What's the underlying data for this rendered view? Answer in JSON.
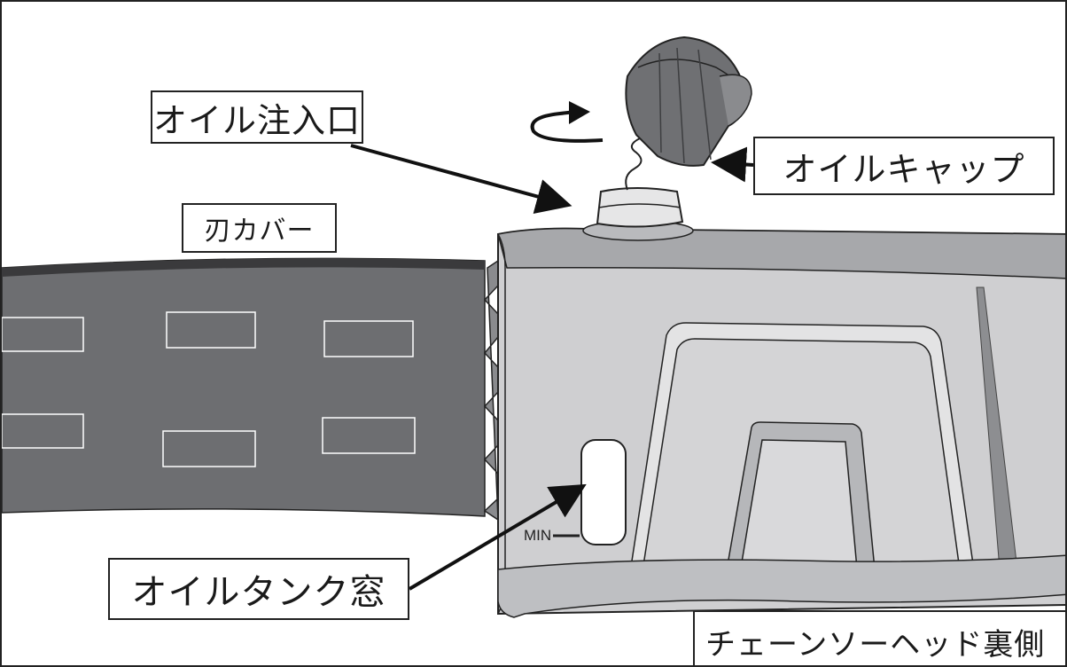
{
  "labels": {
    "oil_inlet": "オイル注入口",
    "oil_cap": "オイルキャップ",
    "blade_cover": "刃カバー",
    "oil_tank_window": "オイルタンク窓",
    "chainsaw_head_back": "チェーンソーヘッド裏側",
    "min_mark": "MIN"
  },
  "colors": {
    "blade_cover": "#6d6e71",
    "blade_cover_edge": "#3a3a3c",
    "head_body": "#cfcfd1",
    "head_top": "#a7a8ab",
    "cap": "#6f7073",
    "outline": "#222222"
  }
}
